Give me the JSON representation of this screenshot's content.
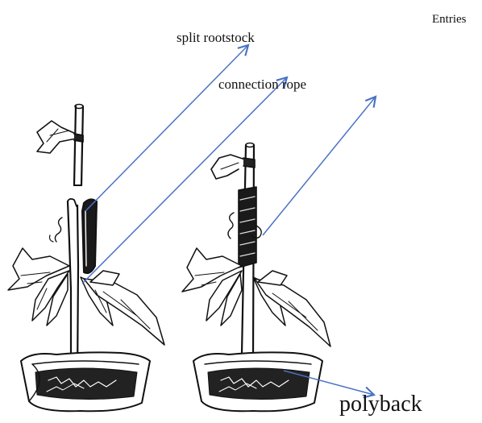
{
  "labels": {
    "entries": "Entries",
    "split_rootstock": "split rootstock",
    "connection_rope": "connection rope",
    "polyback": "polyback"
  },
  "colors": {
    "arrow": "#4a72c4",
    "ink": "#111111",
    "background": "#ffffff"
  }
}
